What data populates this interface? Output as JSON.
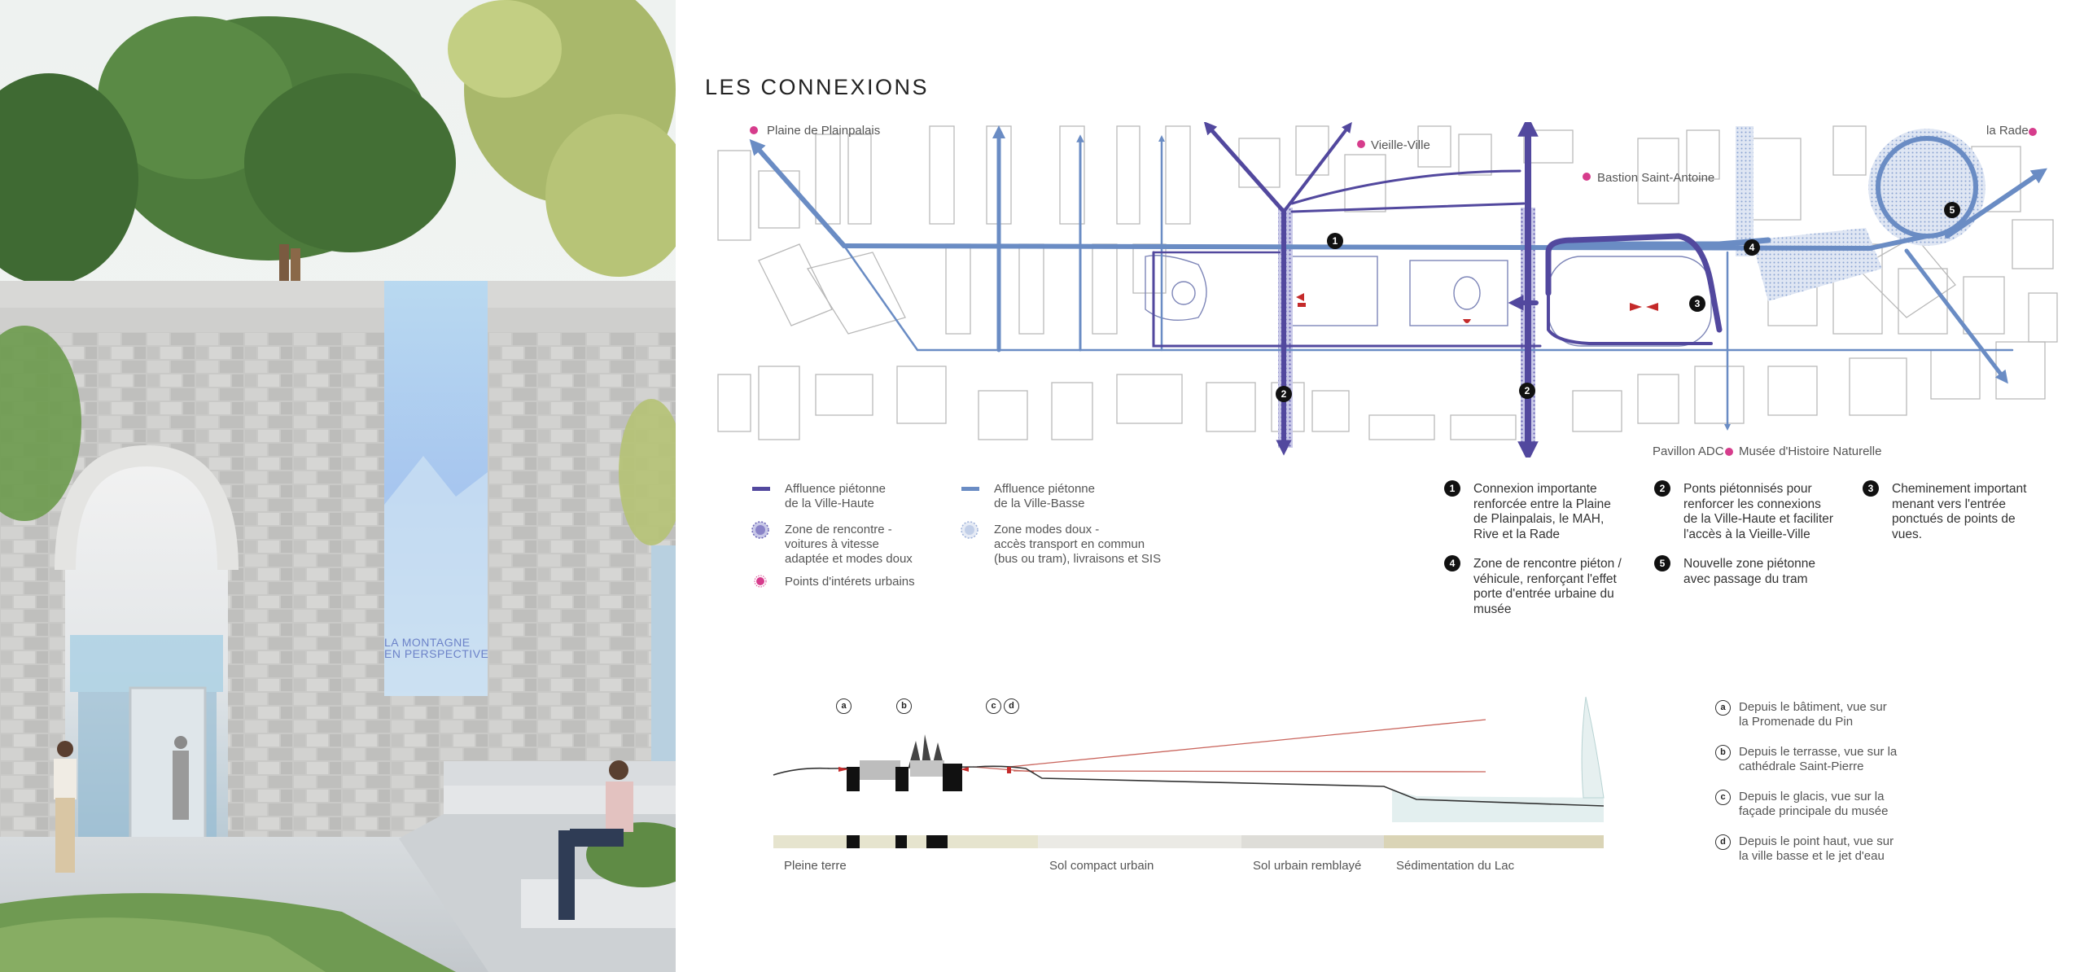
{
  "title": "LES CONNEXIONS",
  "render": {
    "banner_text_line1": "LA MONTAGNE",
    "banner_text_line2": "EN PERSPECTIVE"
  },
  "map_labels": {
    "plainpalais": "Plaine de Plainpalais",
    "vieille_ville": "Vieille-Ville",
    "bastion": "Bastion Saint-Antoine",
    "rade": "la Rade",
    "pavillon": "Pavillon ADC",
    "musee": "Musée d'Histoire Naturelle"
  },
  "legend": {
    "haute_l1": "Affluence piétonne",
    "haute_l2": "de la Ville-Haute",
    "basse_l1": "Affluence piétonne",
    "basse_l2": "de la Ville-Basse",
    "rencontre_l1": "Zone de rencontre -",
    "rencontre_l2": "voitures à vitesse",
    "rencontre_l3": "adaptée et modes doux",
    "doux_l1": "Zone modes doux -",
    "doux_l2": "accès transport en commun",
    "doux_l3": "(bus ou tram), livraisons et SIS",
    "points": "Points d'intérets urbains"
  },
  "numbered": [
    {
      "num": "1",
      "lines": [
        "Connexion importante",
        "renforcée entre la Plaine",
        "de Plainpalais, le MAH,",
        "Rive et la Rade"
      ]
    },
    {
      "num": "2",
      "lines": [
        "Ponts piétonnisés pour",
        "renforcer les connexions",
        "de la Ville-Haute et faciliter",
        "l'accès à la Vieille-Ville"
      ]
    },
    {
      "num": "3",
      "lines": [
        "Cheminement important",
        "menant vers l'entrée",
        "ponctués de points de",
        "vues."
      ]
    },
    {
      "num": "4",
      "lines": [
        "Zone de rencontre piéton /",
        "véhicule, renforçant l'effet",
        "porte d'entrée urbaine du",
        "musée"
      ]
    },
    {
      "num": "5",
      "lines": [
        "Nouvelle zone piétonne",
        "avec passage du tram"
      ]
    }
  ],
  "section": {
    "markers": [
      "a",
      "b",
      "c",
      "d"
    ],
    "soils": [
      "Pleine terre",
      "Sol compact urbain",
      "Sol urbain remblayé",
      "Sédimentation du Lac"
    ]
  },
  "views": [
    {
      "letter": "a",
      "lines": [
        "Depuis le bâtiment, vue sur",
        "la Promenade du Pin"
      ]
    },
    {
      "letter": "b",
      "lines": [
        "Depuis le terrasse, vue sur la",
        "cathédrale Saint-Pierre"
      ]
    },
    {
      "letter": "c",
      "lines": [
        "Depuis le glacis, vue sur la",
        "façade principale du musée"
      ]
    },
    {
      "letter": "d",
      "lines": [
        "Depuis le point haut, vue sur",
        "la ville basse et le jet d'eau"
      ]
    }
  ],
  "colors": {
    "haute": "#52489e",
    "basse": "#6a8cc4",
    "interest": "#d63c8c",
    "red": "#c42a2a"
  }
}
